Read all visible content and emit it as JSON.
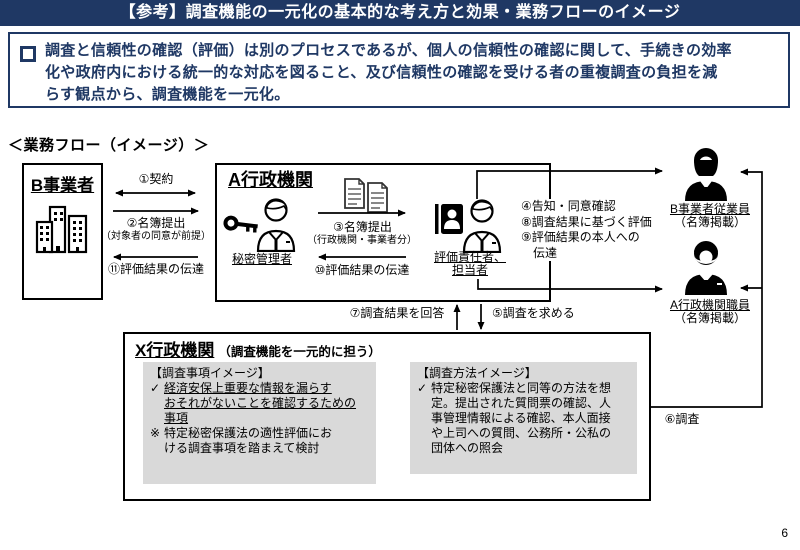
{
  "header": {
    "title": "【参考】調査機能の一元化の基本的な考え方と効果・業務フローのイメージ"
  },
  "summary": {
    "text": "調査と信頼性の確認（評価）は別のプロセスであるが、個人の信頼性の確認に関して、手続きの効率\n化や政府内における統一的な対応を図ること、及び信頼性の確認を受ける者の重複調査の負担を減\nらす観点から、調査機能を一元化。"
  },
  "flow": {
    "section_label": "＜業務フロー（イメージ）＞",
    "b_company": {
      "title": "B事業者"
    },
    "a_agency": {
      "title": "A行政機関",
      "secret_manager": "秘密管理者",
      "evaluator": "評価責任者、\n担当者"
    },
    "x_agency": {
      "title": "X行政機関",
      "subtitle": "（調査機能を一元的に担う）",
      "items_box": {
        "title": "【調査事項イメージ】",
        "check_mark": "✓",
        "check_text": "経済安保上重要な情報を漏らす\nおそれがないことを確認するための\n事項",
        "note_mark": "※",
        "note_text": "特定秘密保護法の適性評価にお\nける調査事項を踏まえて検討"
      },
      "methods_box": {
        "title": "【調査方法イメージ】",
        "check_mark": "✓",
        "check_text": "特定秘密保護法と同等の方法を想\n定。提出された質問票の確認、人\n事管理情報による確認、本人面接\nや上司への質問、公務所・公私の\n団体への照会"
      }
    },
    "persons": {
      "b_employee": {
        "name": "B事業者従業員",
        "note": "（名簿掲載）"
      },
      "a_staff": {
        "name": "A行政機関職員",
        "note": "（名簿掲載）"
      }
    },
    "arrows": {
      "a1": "①契約",
      "a2": "②名簿提出",
      "a2_note": "（対象者の同意が前提）",
      "a11": "⑪評価結果の伝達",
      "a3": "③名簿提出",
      "a3_note": "（行政機関・事業者分）",
      "a10": "⑩評価結果の伝達",
      "a489": "④告知・同意確認\n⑧調査結果に基づく評価\n⑨評価結果の本人への\n　伝達",
      "a7": "⑦調査結果を回答",
      "a5": "⑤調査を求める",
      "a6": "⑥調査"
    }
  },
  "page": {
    "number": "6"
  }
}
